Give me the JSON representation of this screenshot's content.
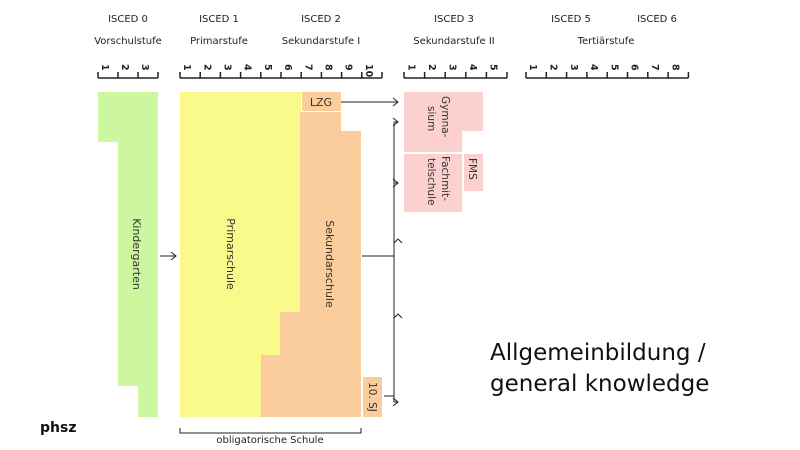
{
  "headers": [
    {
      "level": "ISCED 0",
      "name": "Vorschulstufe"
    },
    {
      "level": "ISCED 1",
      "name": "Primarstufe"
    },
    {
      "level": "ISCED 2",
      "name": "Sekundarstufe I"
    },
    {
      "level": "ISCED 3",
      "name": "Sekundarstufe II"
    },
    {
      "level": "ISCED 5",
      "name": "Tertiärstufe"
    },
    {
      "level": "ISCED 6",
      "name": ""
    }
  ],
  "scales": {
    "preschool": [
      "1",
      "2",
      "3"
    ],
    "compulsory": [
      "1",
      "2",
      "3",
      "4",
      "5",
      "6",
      "7",
      "8",
      "9",
      "10"
    ],
    "upper_secondary": [
      "1",
      "2",
      "3",
      "4",
      "5"
    ],
    "tertiary": [
      "1",
      "2",
      "3",
      "4",
      "5",
      "6",
      "7",
      "8"
    ]
  },
  "blocks": {
    "kindergarten": "Kindergarten",
    "primarschule": "Primarschule",
    "sekundarschule": "Sekundarschule",
    "lzg": "LZG",
    "zehntes_sj": "10. SJ",
    "gymnasium": [
      "Gymna-",
      "sium"
    ],
    "fachmittelschule": [
      "Fachmit-",
      "telschule"
    ],
    "fms": "FMS"
  },
  "bracket_label": "obligatorische Schule",
  "headline": [
    "Allgemeinbildung /",
    "general knowledge"
  ],
  "brand": "phsz",
  "colors": {
    "kindergarten": "#ccf79e",
    "primarschule": "#fafa8c",
    "sekundarschule": "#fbcc9c",
    "upper_secondary": "#fdd0d0",
    "line": "#222222"
  }
}
